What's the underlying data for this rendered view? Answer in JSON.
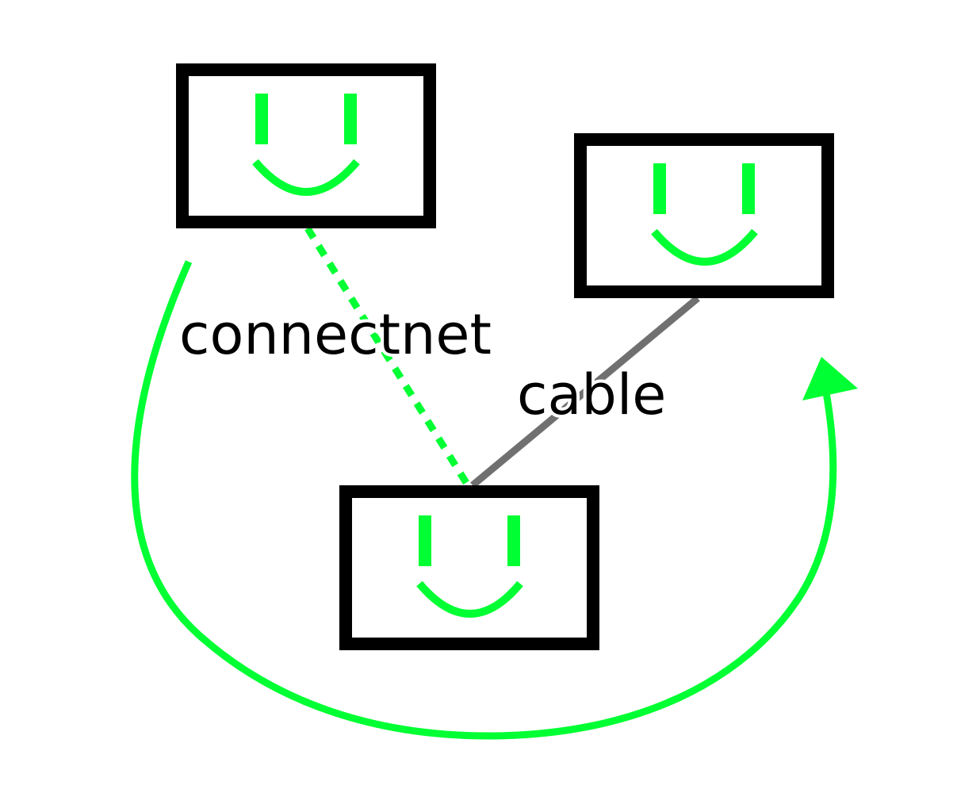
{
  "colors": {
    "accent": "#00ff33",
    "box": "#000000",
    "cable": "#707070"
  },
  "nodes": [
    {
      "id": "top-left",
      "icon": "smiley-icon"
    },
    {
      "id": "right",
      "icon": "smiley-icon"
    },
    {
      "id": "bottom",
      "icon": "smiley-icon"
    }
  ],
  "edges": {
    "connectnet": {
      "label": "connectnet",
      "style": "dotted"
    },
    "cable": {
      "label": "cable",
      "style": "solid"
    },
    "loop": {
      "label": "",
      "style": "arrow"
    }
  }
}
